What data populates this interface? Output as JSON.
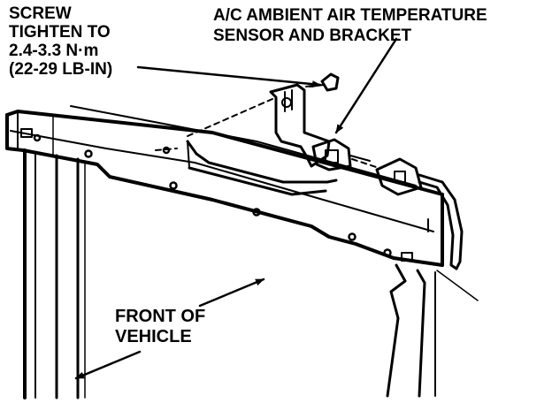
{
  "labels": {
    "screw": [
      "SCREW",
      "TIGHTEN TO",
      "2.4-3.3 N·m",
      "(22-29 LB-IN)"
    ],
    "sensor": [
      "A/C AMBIENT AIR TEMPERATURE",
      "SENSOR AND BRACKET"
    ],
    "front": [
      "FRONT OF",
      "VEHICLE"
    ]
  },
  "colors": {
    "ink": "#000000",
    "paper": "#ffffff"
  }
}
